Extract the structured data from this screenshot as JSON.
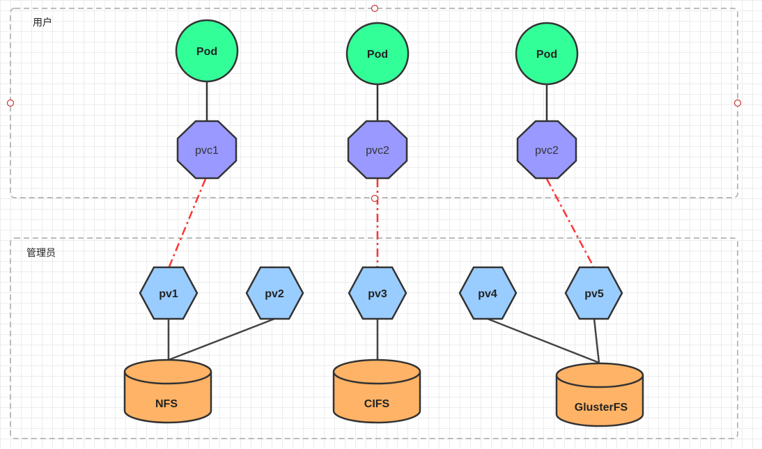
{
  "groups": {
    "user": {
      "label": "用户"
    },
    "admin": {
      "label": "管理员"
    }
  },
  "pods": [
    {
      "label": "Pod"
    },
    {
      "label": "Pod"
    },
    {
      "label": "Pod"
    }
  ],
  "pvcs": [
    {
      "label": "pvc1"
    },
    {
      "label": "pvc2"
    },
    {
      "label": "pvc2"
    }
  ],
  "pvs": [
    {
      "label": "pv1"
    },
    {
      "label": "pv2"
    },
    {
      "label": "pv3"
    },
    {
      "label": "pv4"
    },
    {
      "label": "pv5"
    }
  ],
  "storages": [
    {
      "label": "NFS"
    },
    {
      "label": "CIFS"
    },
    {
      "label": "GlusterFS"
    }
  ],
  "colors": {
    "pod_fill": "#33ff99",
    "pvc_fill": "#9999ff",
    "pv_fill": "#99ccff",
    "storage_fill": "#ffb366",
    "binding_line": "#ff3333",
    "group_border": "#bbbbbb",
    "handle": "#cc3333"
  }
}
